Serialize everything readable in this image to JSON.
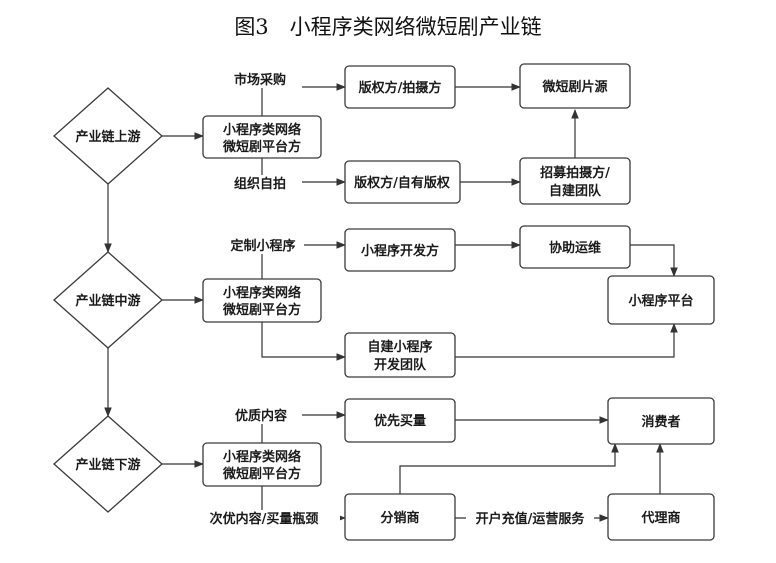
{
  "title": "图3　小程序类网络微短剧产业链",
  "nodes": {
    "upstream": "产业链上游",
    "midstream": "产业链中游",
    "downstream": "产业链下游",
    "platform_up": [
      "小程序类网络",
      "微短剧平台方"
    ],
    "platform_mid": [
      "小程序类网络",
      "微短剧平台方"
    ],
    "platform_down": [
      "小程序类网络",
      "微短剧平台方"
    ],
    "copyright_shoot": "版权方/拍摄方",
    "copyright_own": "版权方/自有版权",
    "film_source": "微短剧片源",
    "recruit_team": [
      "招募拍摄方/",
      "自建团队"
    ],
    "miniprogram_dev": "小程序开发方",
    "assist_ops": "协助运维",
    "miniprogram_platform": "小程序平台",
    "self_build": [
      "自建小程序",
      "开发团队"
    ],
    "priority_buy": "优先买量",
    "consumer": "消费者",
    "distributor": "分销商",
    "agent": "代理商"
  },
  "labels": {
    "market_purchase": "市场采购",
    "self_shoot": "组织自拍",
    "custom_miniprogram": "定制小程序",
    "quality_content": "优质内容",
    "secondary_content": "次优内容/买量瓶颈",
    "recharge_ops": "开户充值/运营服务"
  }
}
